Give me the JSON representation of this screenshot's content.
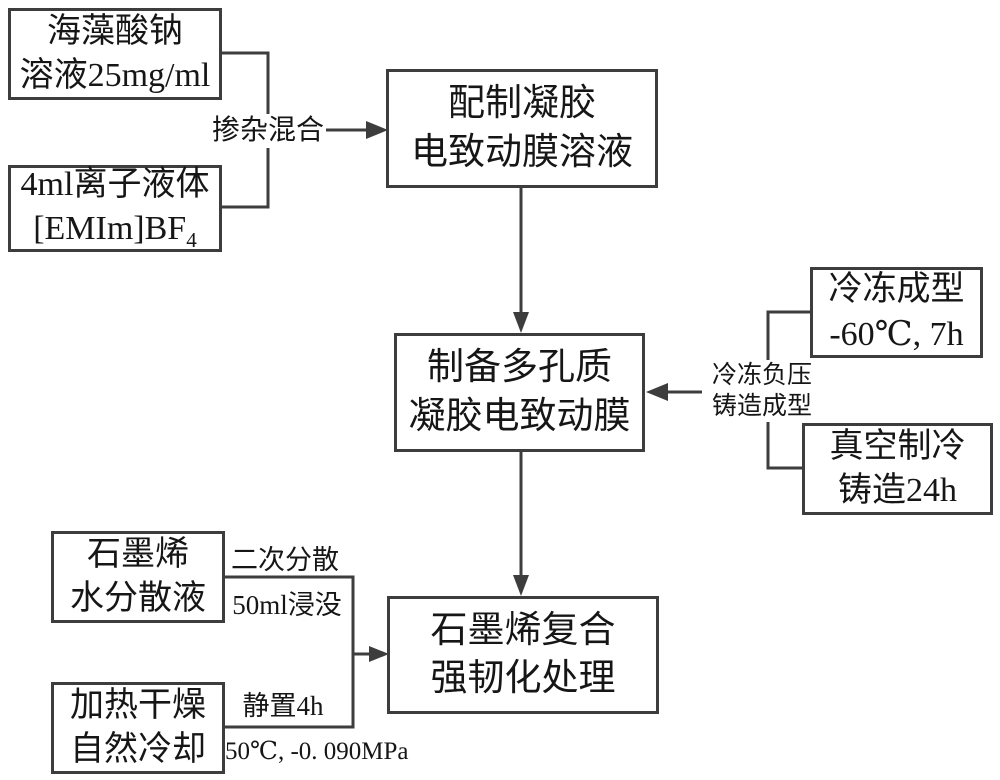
{
  "diagram": {
    "boxes": {
      "sodium_alginate": {
        "line1": "海藻酸钠",
        "line2": "溶液25mg/ml"
      },
      "ionic_liquid": {
        "line1": "4ml离子液体",
        "line2_base": "[EMIm]BF",
        "line2_sub": "4"
      },
      "gel_solution": {
        "line1": "配制凝胶",
        "line2": "电致动膜溶液"
      },
      "porous_membrane": {
        "line1": "制备多孔质",
        "line2": "凝胶电致动膜"
      },
      "freeze_forming": {
        "line1": "冷冻成型",
        "line2": "-60℃, 7h"
      },
      "vacuum_casting": {
        "line1": "真空制冷",
        "line2": "铸造24h"
      },
      "graphene_dispersion": {
        "line1": "石墨烯",
        "line2": "水分散液"
      },
      "heat_dry_cool": {
        "line1": "加热干燥",
        "line2": "自然冷却"
      },
      "graphene_composite": {
        "line1": "石墨烯复合",
        "line2": "强韧化处理"
      }
    },
    "labels": {
      "doping_mix": "掺杂混合",
      "freeze_negative_pressure_line1": "冷冻负压",
      "freeze_negative_pressure_line2": "铸造成型",
      "secondary_dispersion": "二次分散",
      "immersion_50ml": "50ml浸没",
      "stand_4h": "静置4h",
      "temp_pressure": "50℃, -0. 090MPa"
    },
    "colors": {
      "line": "#3d3d3d",
      "text": "#161616",
      "background": "#ffffff"
    }
  }
}
